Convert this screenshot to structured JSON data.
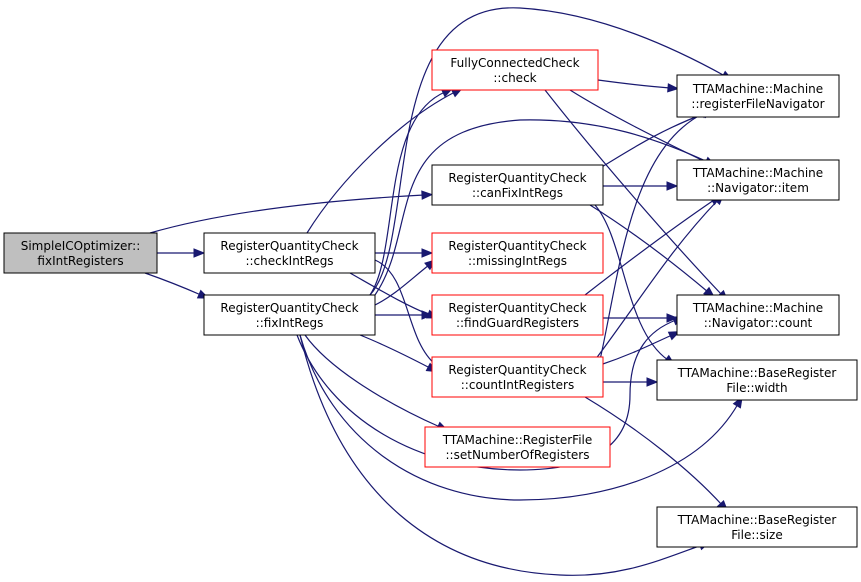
{
  "colors": {
    "edge": "#191970",
    "root_fill": "#bfbfbf",
    "node_fill": "#ffffff",
    "node_border": "#000000",
    "undocumented_border": "#ff0000"
  },
  "nodes": [
    {
      "id": "simple_fix",
      "lines": [
        "SimpleICOptimizer::",
        "fixIntRegisters"
      ],
      "style": "root"
    },
    {
      "id": "rqc_check",
      "lines": [
        "RegisterQuantityCheck",
        "::checkIntRegs"
      ],
      "style": "normal"
    },
    {
      "id": "rqc_fix",
      "lines": [
        "RegisterQuantityCheck",
        "::fixIntRegs"
      ],
      "style": "normal"
    },
    {
      "id": "fcc_check",
      "lines": [
        "FullyConnectedCheck",
        "::check"
      ],
      "style": "red"
    },
    {
      "id": "rqc_canfix",
      "lines": [
        "RegisterQuantityCheck",
        "::canFixIntRegs"
      ],
      "style": "normal"
    },
    {
      "id": "rqc_missing",
      "lines": [
        "RegisterQuantityCheck",
        "::missingIntRegs"
      ],
      "style": "red"
    },
    {
      "id": "rqc_guard",
      "lines": [
        "RegisterQuantityCheck",
        "::findGuardRegisters"
      ],
      "style": "red"
    },
    {
      "id": "rqc_count",
      "lines": [
        "RegisterQuantityCheck",
        "::countIntRegisters"
      ],
      "style": "red"
    },
    {
      "id": "rf_setnum",
      "lines": [
        "TTAMachine::RegisterFile",
        "::setNumberOfRegisters"
      ],
      "style": "red"
    },
    {
      "id": "m_rfnav",
      "lines": [
        "TTAMachine::Machine",
        "::registerFileNavigator"
      ],
      "style": "normal"
    },
    {
      "id": "nav_item",
      "lines": [
        "TTAMachine::Machine",
        "::Navigator::item"
      ],
      "style": "normal"
    },
    {
      "id": "nav_count",
      "lines": [
        "TTAMachine::Machine",
        "::Navigator::count"
      ],
      "style": "normal"
    },
    {
      "id": "brf_width",
      "lines": [
        "TTAMachine::BaseRegister",
        "File::width"
      ],
      "style": "normal"
    },
    {
      "id": "brf_size",
      "lines": [
        "TTAMachine::BaseRegister",
        "File::size"
      ],
      "style": "normal"
    }
  ],
  "edges": [
    {
      "from": "simple_fix",
      "to": "rqc_check"
    },
    {
      "from": "simple_fix",
      "to": "rqc_fix"
    },
    {
      "from": "simple_fix",
      "to": "rqc_canfix"
    },
    {
      "from": "rqc_check",
      "to": "fcc_check"
    },
    {
      "from": "rqc_check",
      "to": "rqc_missing"
    },
    {
      "from": "rqc_check",
      "to": "rqc_guard"
    },
    {
      "from": "rqc_check",
      "to": "rqc_count"
    },
    {
      "from": "rqc_fix",
      "to": "fcc_check"
    },
    {
      "from": "rqc_fix",
      "to": "rqc_missing"
    },
    {
      "from": "rqc_fix",
      "to": "rqc_guard"
    },
    {
      "from": "rqc_fix",
      "to": "rqc_count"
    },
    {
      "from": "rqc_fix",
      "to": "rf_setnum"
    },
    {
      "from": "rqc_fix",
      "to": "m_rfnav"
    },
    {
      "from": "rqc_fix",
      "to": "nav_item"
    },
    {
      "from": "rqc_fix",
      "to": "nav_count"
    },
    {
      "from": "rqc_fix",
      "to": "brf_width"
    },
    {
      "from": "rqc_fix",
      "to": "brf_size"
    },
    {
      "from": "fcc_check",
      "to": "m_rfnav"
    },
    {
      "from": "fcc_check",
      "to": "nav_item"
    },
    {
      "from": "fcc_check",
      "to": "nav_count"
    },
    {
      "from": "rqc_canfix",
      "to": "m_rfnav"
    },
    {
      "from": "rqc_canfix",
      "to": "nav_item"
    },
    {
      "from": "rqc_canfix",
      "to": "nav_count"
    },
    {
      "from": "rqc_canfix",
      "to": "brf_width"
    },
    {
      "from": "rqc_guard",
      "to": "nav_item"
    },
    {
      "from": "rqc_guard",
      "to": "nav_count"
    },
    {
      "from": "rqc_count",
      "to": "m_rfnav"
    },
    {
      "from": "rqc_count",
      "to": "nav_item"
    },
    {
      "from": "rqc_count",
      "to": "nav_count"
    },
    {
      "from": "rqc_count",
      "to": "brf_width"
    },
    {
      "from": "rqc_count",
      "to": "brf_size"
    }
  ]
}
